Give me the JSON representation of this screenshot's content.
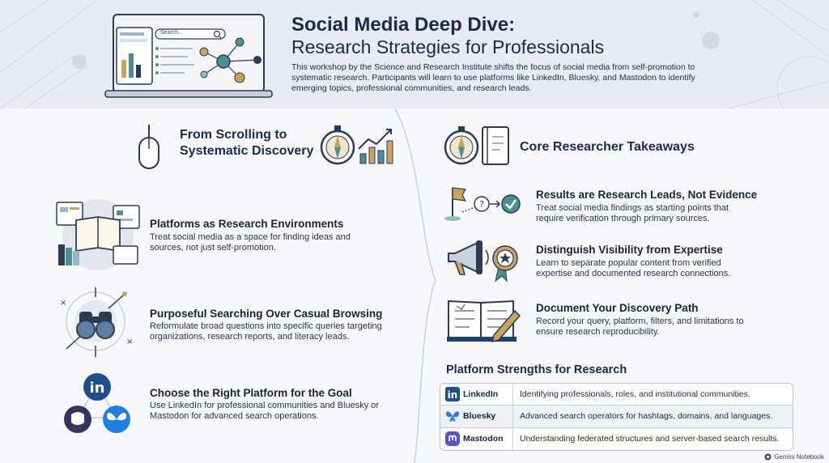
{
  "header": {
    "title": "Social Media Deep Dive:",
    "subtitle": "Research Strategies for Professionals",
    "description": "This workshop by the Science and Research Institute shifts the focus of social media from self-promotion to systematic research. Participants will learn to use platforms like LinkedIn, Bluesky, and Mastodon to identify emerging topics, professional communities, and research leads.",
    "search_placeholder": "Search..."
  },
  "left_section": {
    "heading_line1": "From Scrolling to",
    "heading_line2": "Systematic Discovery",
    "items": [
      {
        "title": "Platforms as Research Environments",
        "desc_line1": "Treat social media as a space for finding ideas and",
        "desc_line2": "sources, not just self-promotion."
      },
      {
        "title": "Purposeful Searching Over Casual Browsing",
        "desc_line1": "Reformulate broad questions into specific queries targeting",
        "desc_line2": "organizations, research reports, and literacy leads."
      },
      {
        "title": "Choose the Right Platform for the Goal",
        "desc_line1": "Use LinkedIn for professional communities and Bluesky or",
        "desc_line2": "Mastodon for advanced search operations."
      }
    ]
  },
  "right_section": {
    "heading": "Core Researcher Takeaways",
    "items": [
      {
        "title": "Results are Research Leads, Not Evidence",
        "desc_line1": "Treat social media findings as starting points that",
        "desc_line2": "require verification through primary sources."
      },
      {
        "title": "Distinguish Visibility from Expertise",
        "desc_line1": "Learn to separate popular content from verified",
        "desc_line2": "expertise and documented research connections."
      },
      {
        "title": "Document Your Discovery Path",
        "desc_line1": "Record your query, platform, filters, and limitations to",
        "desc_line2": "ensure research reproducibility."
      }
    ]
  },
  "table": {
    "heading": "Platform Strengths for Research",
    "rows": [
      {
        "platform": "LinkedIn",
        "strength": "Identifying professionals, roles, and institutional communities.",
        "icon": "linkedin-icon",
        "color": "#0a66c2"
      },
      {
        "platform": "Bluesky",
        "strength": "Advanced search operators for hashtags, domains, and languages.",
        "icon": "bluesky-icon",
        "color": "#1185fe"
      },
      {
        "platform": "Mastodon",
        "strength": "Understanding federated structures and server-based search results.",
        "icon": "mastodon-icon",
        "color": "#6364ff"
      }
    ]
  },
  "watermark": "Gemini Notebook",
  "colors": {
    "navy": "#1b2a4a",
    "teal": "#4a8f93",
    "gold": "#c9a25c",
    "hero_bg": "#e7ebf2"
  }
}
